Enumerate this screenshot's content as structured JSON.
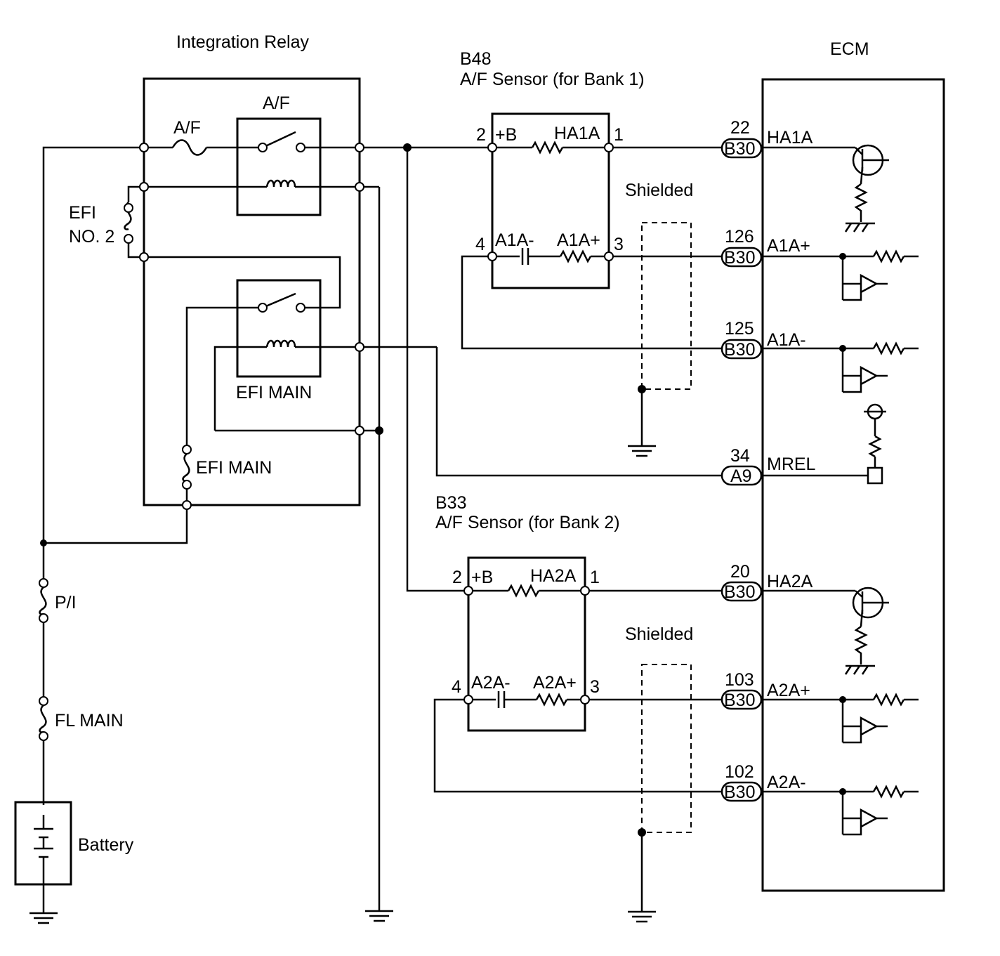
{
  "labels": {
    "integration_relay": "Integration Relay",
    "af_relay": "A/F",
    "af_fuse": "A/F",
    "efi_no2_line1": "EFI",
    "efi_no2_line2": "NO. 2",
    "efi_main_relay": "EFI MAIN",
    "efi_main_fuse": "EFI MAIN",
    "pi_fuse": "P/I",
    "fl_main_fuse": "FL MAIN",
    "battery": "Battery",
    "ecm": "ECM",
    "shielded": "Shielded"
  },
  "sensor_bank1": {
    "code": "B48",
    "name": "A/F Sensor (for Bank 1)",
    "pin_plus_b": "2",
    "label_plus_b": "+B",
    "label_heater": "HA1A",
    "pin_heater": "1",
    "pin_minus": "4",
    "label_minus": "A1A-",
    "label_plus": "A1A+",
    "pin_plus": "3"
  },
  "sensor_bank2": {
    "code": "B33",
    "name": "A/F Sensor (for Bank 2)",
    "pin_plus_b": "2",
    "label_plus_b": "+B",
    "label_heater": "HA2A",
    "pin_heater": "1",
    "pin_minus": "4",
    "label_minus": "A2A-",
    "label_plus": "A2A+",
    "pin_plus": "3"
  },
  "ecm_terminals": [
    {
      "pin": "22",
      "connector": "B30",
      "signal": "HA1A"
    },
    {
      "pin": "126",
      "connector": "B30",
      "signal": "A1A+"
    },
    {
      "pin": "125",
      "connector": "B30",
      "signal": "A1A-"
    },
    {
      "pin": "34",
      "connector": "A9",
      "signal": "MREL"
    },
    {
      "pin": "20",
      "connector": "B30",
      "signal": "HA2A"
    },
    {
      "pin": "103",
      "connector": "B30",
      "signal": "A2A+"
    },
    {
      "pin": "102",
      "connector": "B30",
      "signal": "A2A-"
    }
  ]
}
